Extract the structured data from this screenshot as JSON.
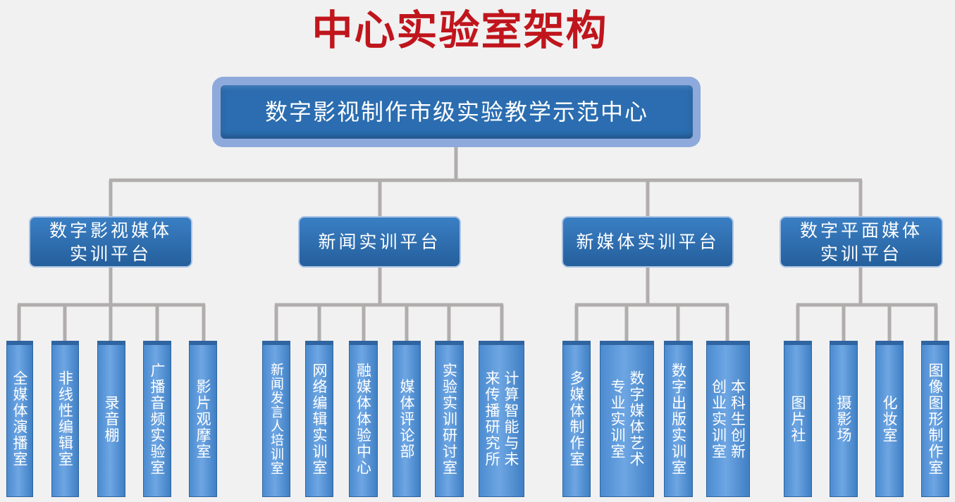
{
  "title": "中心实验室架构",
  "root": "数字影视制作市级实验教学示范中心",
  "platforms": [
    {
      "line1": "数字影视媒体",
      "line2": "实训平台"
    },
    {
      "line1": "新闻实训平台",
      "line2": ""
    },
    {
      "line1": "新媒体实训平台",
      "line2": ""
    },
    {
      "line1": "数字平面媒体",
      "line2": "实训平台"
    }
  ],
  "labs": [
    {
      "col1": "全媒体演播室",
      "col2": ""
    },
    {
      "col1": "非线性编辑室",
      "col2": ""
    },
    {
      "col1": "录音棚",
      "col2": ""
    },
    {
      "col1": "广播音频实验室",
      "col2": ""
    },
    {
      "col1": "影片观摩室",
      "col2": ""
    },
    {
      "col1": "新闻发言人培训室",
      "col2": ""
    },
    {
      "col1": "网络编辑实训室",
      "col2": ""
    },
    {
      "col1": "融媒体体验中心",
      "col2": ""
    },
    {
      "col1": "媒体评论部",
      "col2": ""
    },
    {
      "col1": "实验实训研讨室",
      "col2": ""
    },
    {
      "col1": "计算智能与未",
      "col2": "来传播研究所"
    },
    {
      "col1": "多媒体制作室",
      "col2": ""
    },
    {
      "col1": "数字媒体艺术",
      "col2": "专业实训室"
    },
    {
      "col1": "数字出版实训室",
      "col2": ""
    },
    {
      "col1": "本科生创新",
      "col2": "创业实训室"
    },
    {
      "col1": "图片社",
      "col2": ""
    },
    {
      "col1": "摄影场",
      "col2": ""
    },
    {
      "col1": "化妆室",
      "col2": ""
    },
    {
      "col1": "图像图形制作室",
      "col2": ""
    }
  ]
}
